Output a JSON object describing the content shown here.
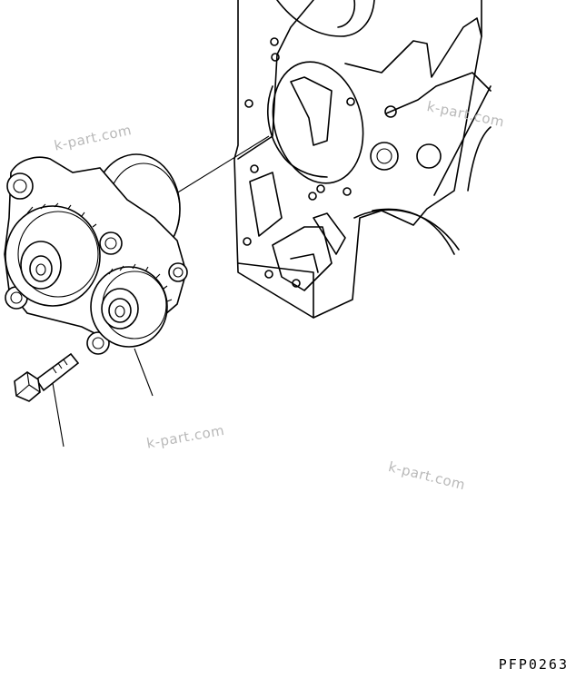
{
  "drawing": {
    "code": "PFP0263",
    "watermarks": [
      "k-part.com",
      "k-part.com",
      "k-part.com",
      "k-part.com"
    ]
  },
  "parts": [
    {
      "name": "water-pump-assembly"
    },
    {
      "name": "mounting-bolt"
    }
  ]
}
